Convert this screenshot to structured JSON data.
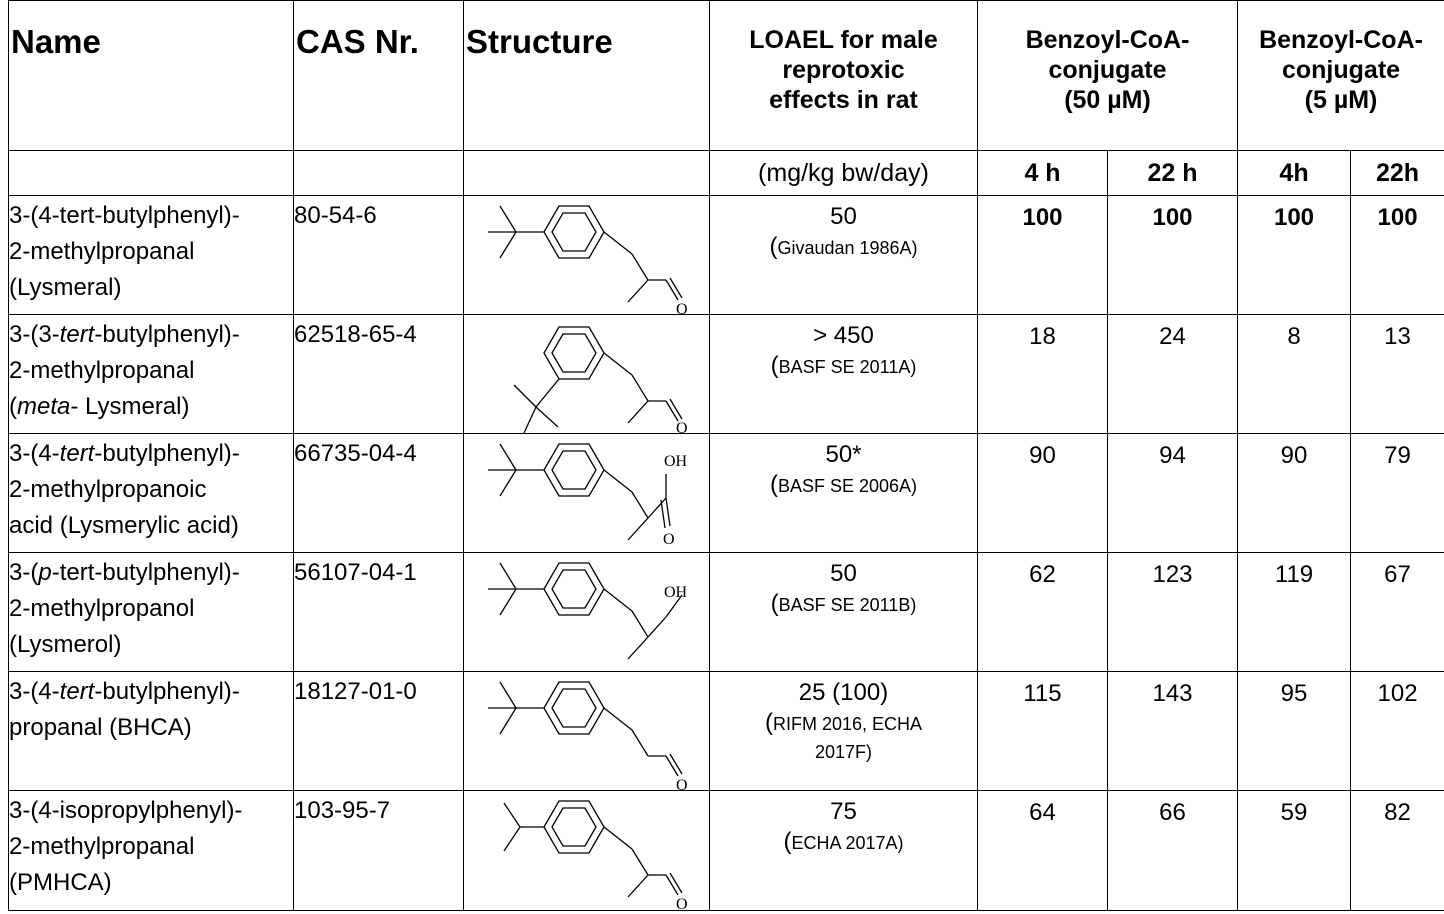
{
  "header": {
    "name": "Name",
    "cas": "CAS Nr.",
    "structure": "Structure",
    "loael": [
      "LOAEL for male",
      "reprotoxic",
      "effects in rat"
    ],
    "group50": [
      "Benzoyl-CoA-",
      "conjugate",
      "(50 µM)"
    ],
    "group5": [
      "Benzoyl-CoA-",
      "conjugate",
      "(5 µM)"
    ]
  },
  "subheader": {
    "unit": "(mg/kg bw/day)",
    "t50a": "4 h",
    "t50b": "22 h",
    "t5a": "4h",
    "t5b": "22h"
  },
  "rows": [
    {
      "name": [
        "3-(4-tert-butylphenyl)-",
        "2-methylpropanal",
        "(Lysmeral)"
      ],
      "cas": "80-54-6",
      "structure_icon": "lysmeral-structure-icon",
      "loael": "50",
      "ref": [
        "Givaudan 1986A)"
      ],
      "v50_4h": "100",
      "v50_22h": "100",
      "v5_4h": "100",
      "v5_22h": "100"
    },
    {
      "name": [
        "3-(3-",
        "tert",
        "-butylphenyl)-",
        "2-methylpropanal",
        "meta",
        "- Lysmeral)"
      ],
      "cas": "62518-65-4",
      "structure_icon": "meta-lysmeral-structure-icon",
      "loael": "> 450",
      "ref": [
        "BASF SE 2011A)"
      ],
      "v50_4h": "18",
      "v50_22h": "24",
      "v5_4h": "8",
      "v5_22h": "13"
    },
    {
      "name": [
        "3-(4-",
        "tert",
        "-butylphenyl)-",
        "2-methylpropanoic",
        "acid (Lysmerylic acid)"
      ],
      "cas": "66735-04-4",
      "structure_icon": "lysmerylic-acid-structure-icon",
      "loael": "50*",
      "ref": [
        "BASF SE 2006A)"
      ],
      "v50_4h": "90",
      "v50_22h": "94",
      "v5_4h": "90",
      "v5_22h": "79"
    },
    {
      "name": [
        "3-(",
        "p",
        "-tert-butylphenyl)-",
        "2-methylpropanol",
        "(Lysmerol)"
      ],
      "cas": "56107-04-1",
      "structure_icon": "lysmerol-structure-icon",
      "loael": "50",
      "ref": [
        "BASF SE 2011B)"
      ],
      "v50_4h": "62",
      "v50_22h": "123",
      "v5_4h": "119",
      "v5_22h": "67"
    },
    {
      "name": [
        "3-(4-",
        "tert",
        "-butylphenyl)-",
        "propanal (BHCA)"
      ],
      "cas": "18127-01-0",
      "structure_icon": "bhca-structure-icon",
      "loael": "25 (100)",
      "ref": [
        "RIFM 2016, ECHA",
        "2017F)"
      ],
      "v50_4h": "115",
      "v50_22h": "143",
      "v5_4h": "95",
      "v5_22h": "102"
    },
    {
      "name": [
        "3-(4-isopropylphenyl)-",
        "2-methylpropanal",
        "(PMHCA)"
      ],
      "cas": "103-95-7",
      "structure_icon": "pmhca-structure-icon",
      "loael": "75",
      "ref": [
        "ECHA 2017A)"
      ],
      "v50_4h": "64",
      "v50_22h": "66",
      "v5_4h": "59",
      "v5_22h": "82"
    }
  ],
  "labels": {
    "oh": "OH",
    "o": "O",
    "ref_open": "("
  }
}
